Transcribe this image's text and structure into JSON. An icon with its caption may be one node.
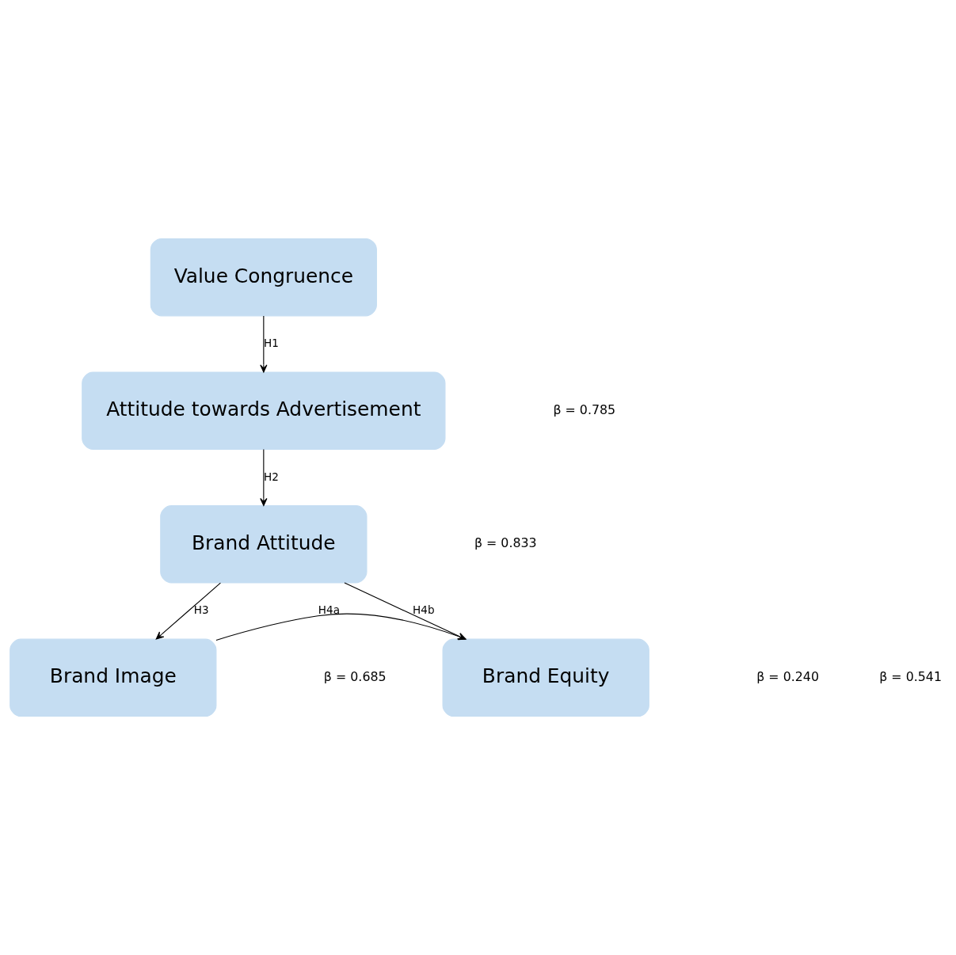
{
  "diagram": {
    "nodes": [
      {
        "text": [
          "Value Congruence"
        ]
      },
      {
        "text": [
          "Attitude towards Advertisement"
        ]
      },
      {
        "text": [
          "Brand Attitude"
        ]
      },
      {
        "text": [
          "Brand Image"
        ]
      },
      {
        "text": [
          "Brand Equity"
        ]
      }
    ],
    "edges": [
      {
        "from": 0,
        "to": 1,
        "arrow": "to",
        "label": "H1"
      },
      {
        "from": 1,
        "to": 2,
        "arrow": "to",
        "label": "H2"
      },
      {
        "from": 2,
        "to": 3,
        "arrow": "to",
        "label": "H3"
      },
      {
        "from": 2,
        "to": 4,
        "arrow": "to",
        "label": "H4b"
      },
      {
        "from": 3,
        "to": 4,
        "arrow": "to",
        "label": "H4a"
      }
    ],
    "labels": [
      "β = 0.785",
      "β = 0.833",
      "β = 0.685",
      "β = 0.541",
      "β = 0.240"
    ]
  }
}
